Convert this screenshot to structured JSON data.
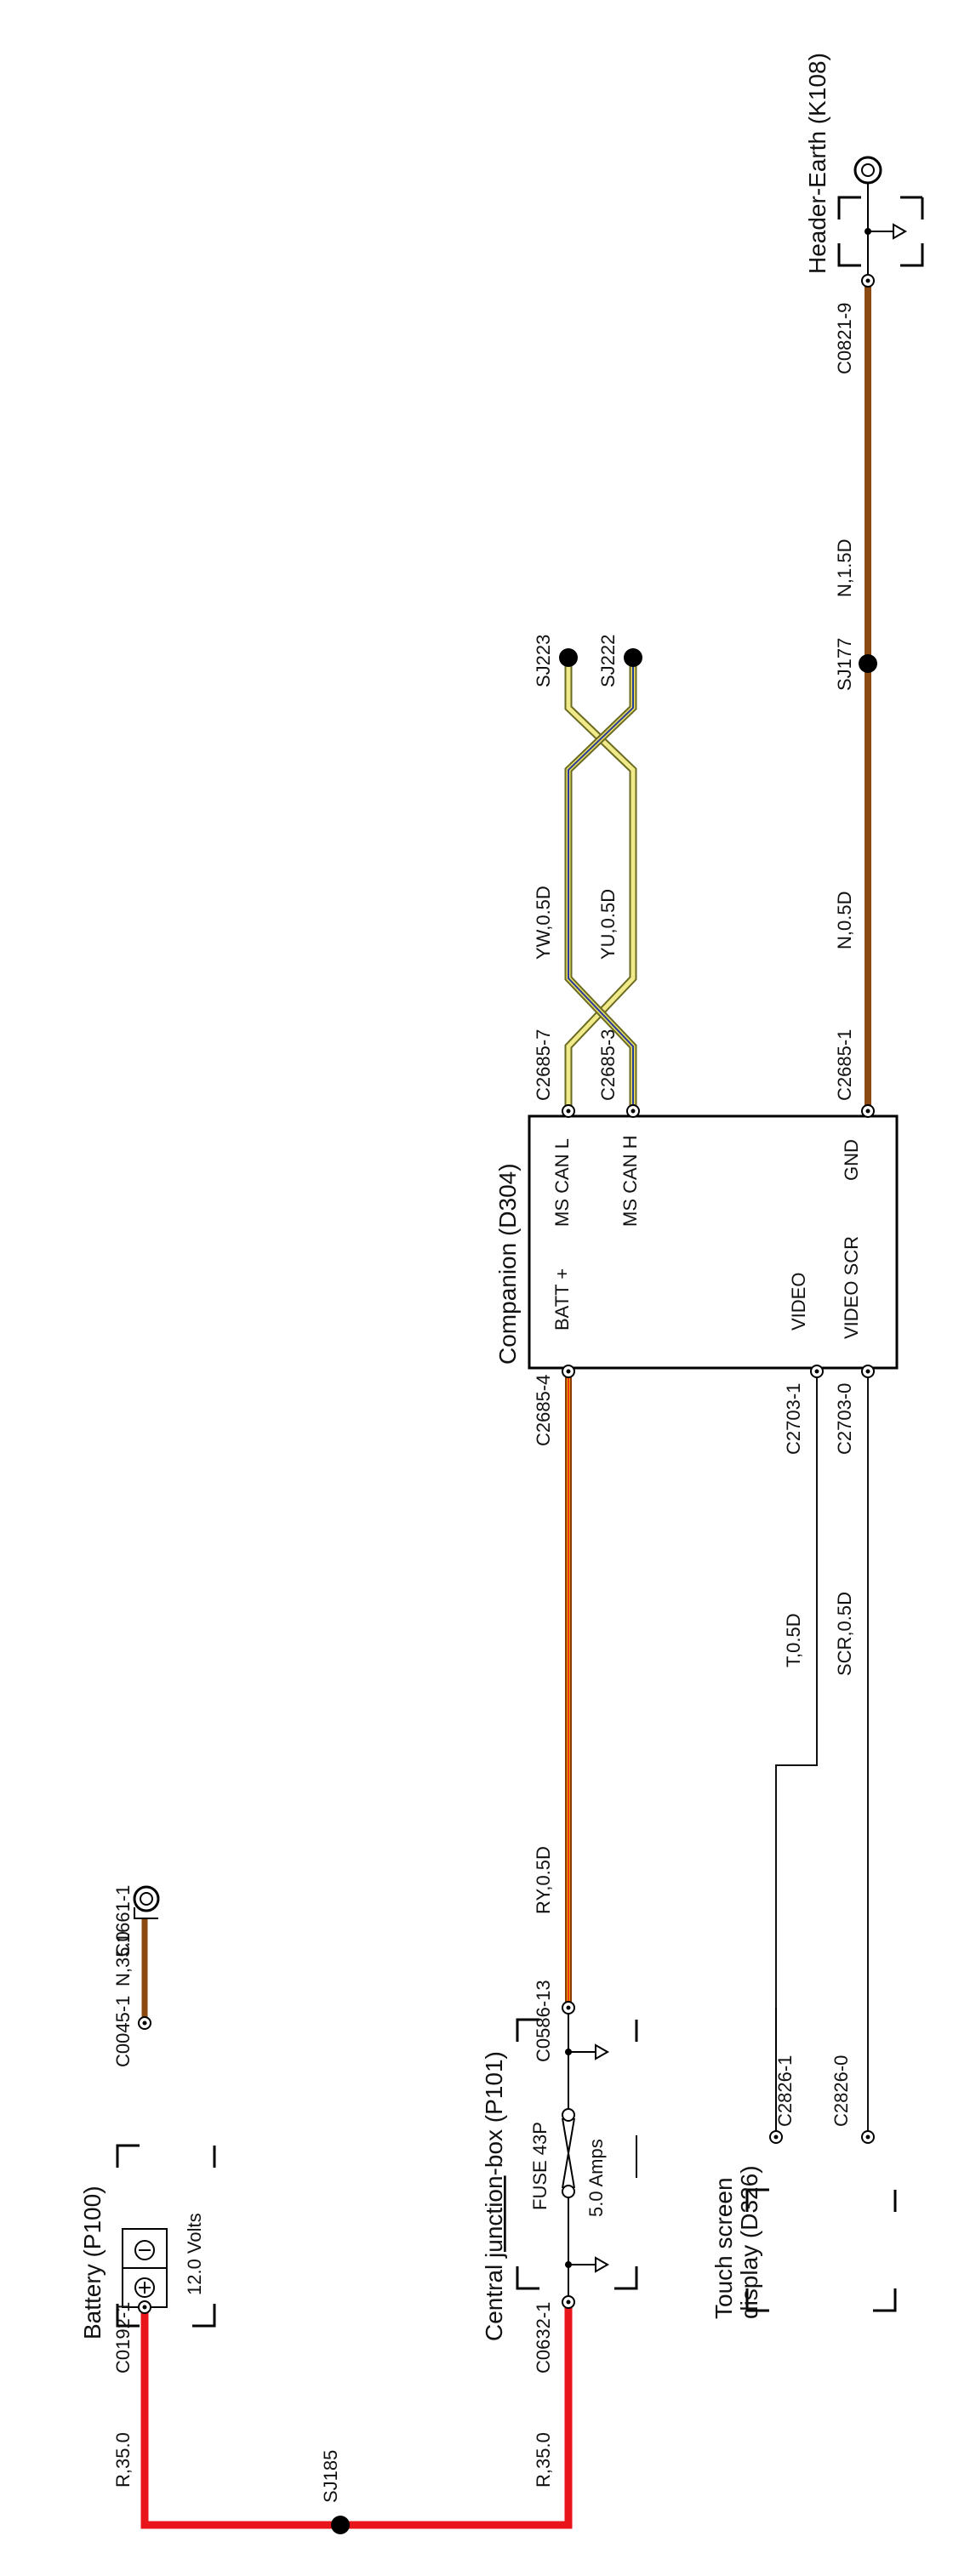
{
  "components": {
    "battery": {
      "title": "Battery (P100)",
      "rating": "12.0 Volts",
      "pins": [
        "C0192-1",
        "C0045-1",
        "C1661-1"
      ]
    },
    "junction_box": {
      "title_part1": "Central ",
      "title_part2": "junction",
      "title_part3": "-box (P101)",
      "fuse": "FUSE 43P",
      "fuse_rating": "5.0 Amps",
      "pins": [
        "C0632-1",
        "C0586-13"
      ]
    },
    "touch_screen": {
      "title_line1": "Touch screen",
      "title_line2": "display (D326)",
      "pins": [
        "C2826-1",
        "C2826-0"
      ]
    },
    "companion": {
      "title": "Companion (D304)",
      "labels": [
        "BATT +",
        "MS CAN L",
        "MS CAN H",
        "VIDEO",
        "VIDEO SCR",
        "GND"
      ],
      "pins": [
        "C2685-4",
        "C2685-7",
        "C2685-3",
        "C2703-1",
        "C2703-0",
        "C2685-1"
      ]
    },
    "header_earth": {
      "title": "Header-Earth (K108)",
      "pin": "C0821-9"
    }
  },
  "splices": [
    "SJ185",
    "SJ223",
    "SJ222",
    "SJ177"
  ],
  "wires": [
    {
      "label": "R,35.0",
      "color": "#e8151b"
    },
    {
      "label": "R,35.0",
      "color": "#e8151b"
    },
    {
      "label": "N,35.0",
      "color": "#8a4a12"
    },
    {
      "label": "RY,0.5D",
      "color": "#e8151b",
      "stripe": "#f2c200"
    },
    {
      "label": "T,0.5D",
      "color": "#111111"
    },
    {
      "label": "SCR,0.5D",
      "color": "#111111"
    },
    {
      "label": "YW,0.5D",
      "color": "#e8e06a",
      "stripe": "#ffffff"
    },
    {
      "label": "YU,0.5D",
      "color": "#e8e06a",
      "stripe": "#2a3a9a"
    },
    {
      "label": "N,0.5D",
      "color": "#8a4a12"
    },
    {
      "label": "N,1.5D",
      "color": "#8a4a12"
    }
  ]
}
